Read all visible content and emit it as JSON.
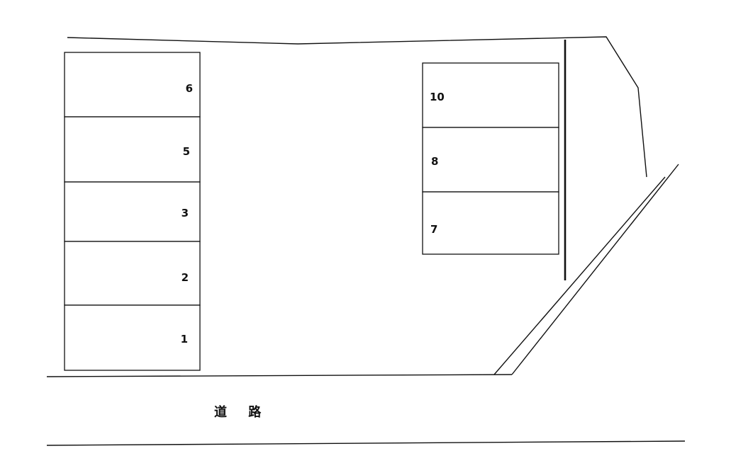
{
  "road": {
    "label": "道 路"
  },
  "left_row": {
    "spaces": [
      {
        "label": "6"
      },
      {
        "label": "5"
      },
      {
        "label": "3"
      },
      {
        "label": "2"
      },
      {
        "label": "1"
      }
    ]
  },
  "right_row": {
    "spaces": [
      {
        "label": "10"
      },
      {
        "label": "8"
      },
      {
        "label": "7"
      }
    ]
  }
}
